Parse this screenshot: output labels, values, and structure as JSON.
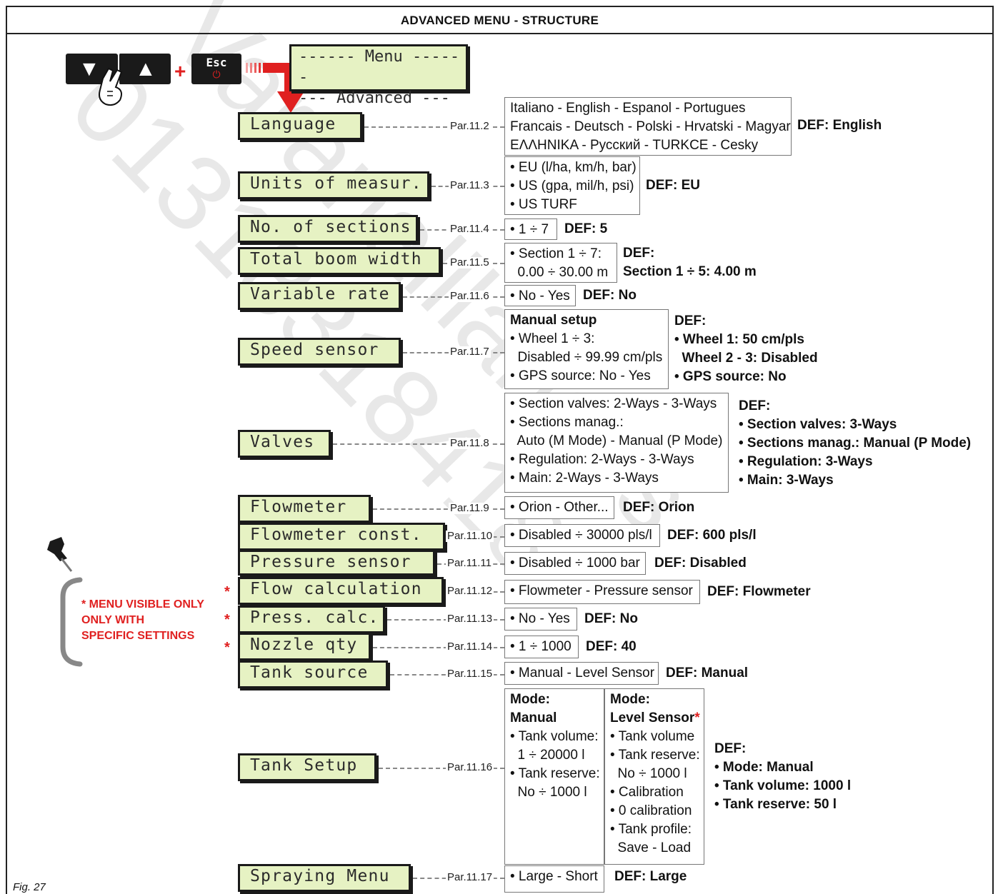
{
  "title": "ADVANCED MENU - STRUCTURE",
  "header_lcd": {
    "line1": "------ Menu ------",
    "line2": "--- Advanced ---"
  },
  "keys": {
    "down": "▼",
    "up": "▲",
    "plus": "+",
    "esc": "Esc",
    "power": "⏻"
  },
  "items": [
    {
      "label": "Language",
      "par": "Par.11.2",
      "options": [
        "Italiano - English - Espanol - Portugues",
        "Francais - Deutsch - Polski - Hrvatski - Magyar",
        "ΕΛΛΗΝΙΚΑ - Русский - TURKCE - Cesky"
      ],
      "def": [
        "DEF: English"
      ]
    },
    {
      "label": "Units of measur.",
      "par": "Par.11.3",
      "options": [
        "• EU (l/ha, km/h, bar)",
        "• US (gpa, mil/h, psi)",
        "• US TURF"
      ],
      "def": [
        "DEF: EU"
      ]
    },
    {
      "label": "No. of sections",
      "par": "Par.11.4",
      "options": [
        "• 1 ÷ 7"
      ],
      "def": [
        "DEF: 5"
      ]
    },
    {
      "label": "Total boom width",
      "par": "Par.11.5",
      "options": [
        "• Section 1 ÷ 7:",
        "  0.00 ÷ 30.00 m"
      ],
      "def": [
        "DEF:",
        "Section 1 ÷ 5: 4.00 m"
      ]
    },
    {
      "label": "Variable rate",
      "par": "Par.11.6",
      "options": [
        "• No - Yes"
      ],
      "def": [
        "DEF: No"
      ]
    },
    {
      "label": "Speed sensor",
      "par": "Par.11.7",
      "options_title": "Manual setup",
      "options": [
        "• Wheel 1 ÷ 3:",
        "  Disabled ÷ 99.99 cm/pls",
        "• GPS source: No - Yes"
      ],
      "def": [
        "DEF:",
        "• Wheel 1: 50 cm/pls",
        "  Wheel 2 - 3: Disabled",
        "• GPS source: No"
      ]
    },
    {
      "label": "Valves",
      "par": "Par.11.8",
      "options": [
        "• Section valves: 2-Ways - 3-Ways",
        "• Sections manag.:",
        "  Auto (M Mode) - Manual (P Mode)",
        "• Regulation: 2-Ways - 3-Ways",
        "• Main: 2-Ways - 3-Ways"
      ],
      "def": [
        "DEF:",
        "• Section valves: 3-Ways",
        "• Sections manag.: Manual (P Mode)",
        "• Regulation: 3-Ways",
        "• Main: 3-Ways"
      ]
    },
    {
      "label": "Flowmeter",
      "par": "Par.11.9",
      "options": [
        "• Orion - Other..."
      ],
      "def": [
        "DEF: Orion"
      ]
    },
    {
      "label": "Flowmeter const.",
      "par": "Par.11.10",
      "options": [
        "• Disabled ÷ 30000 pls/l"
      ],
      "def": [
        "DEF: 600 pls/l"
      ]
    },
    {
      "label": "Pressure sensor",
      "par": "Par.11.11",
      "options": [
        "• Disabled ÷ 1000 bar"
      ],
      "def": [
        "DEF: Disabled"
      ]
    },
    {
      "label": "Flow calculation",
      "par": "Par.11.12",
      "options": [
        "• Flowmeter - Pressure sensor"
      ],
      "def": [
        "DEF: Flowmeter"
      ]
    },
    {
      "label": "Press. calc.",
      "par": "Par.11.13",
      "options": [
        "• No - Yes"
      ],
      "def": [
        "DEF: No"
      ]
    },
    {
      "label": "Nozzle qty",
      "par": "Par.11.14",
      "options": [
        "• 1 ÷ 1000"
      ],
      "def": [
        "DEF: 40"
      ]
    },
    {
      "label": "Tank source",
      "par": "Par.11.15",
      "options": [
        "• Manual - Level Sensor"
      ],
      "def": [
        "DEF: Manual"
      ]
    },
    {
      "label": "Tank Setup",
      "par": "Par.11.16",
      "def": [
        "DEF:",
        "• Mode: Manual",
        "• Tank volume: 1000 l",
        "• Tank reserve: 50 l"
      ]
    },
    {
      "label": "Spraying Menu",
      "par": "Par.11.17",
      "options": [
        "• Large - Short"
      ],
      "def": [
        "DEF: Large"
      ]
    }
  ],
  "tank_manual": {
    "title1": "Mode:",
    "title2": "Manual",
    "lines": [
      "• Tank volume:",
      "  1 ÷ 20000 l",
      "• Tank reserve:",
      "  No ÷ 1000 l"
    ]
  },
  "tank_level": {
    "title1": "Mode:",
    "title2": "Level Sensor",
    "star": "*",
    "lines": [
      "• Tank volume",
      "• Tank reserve:",
      "  No ÷ 1000 l",
      "• Calibration",
      "• 0 calibration",
      "• Tank profile:",
      "  Save - Load"
    ]
  },
  "note": {
    "lines": [
      "* MENU VISIBLE ONLY",
      "ONLY WITH",
      "SPECIFIC SETTINGS"
    ],
    "star": "*"
  },
  "watermark": [
    "Varanalllances",
    "01318318418"
  ],
  "fig_label": "Fig. 27",
  "colors": {
    "lcd_bg": "#e6f2c3",
    "accent_red": "#e02020",
    "border": "#1a1a1a"
  }
}
